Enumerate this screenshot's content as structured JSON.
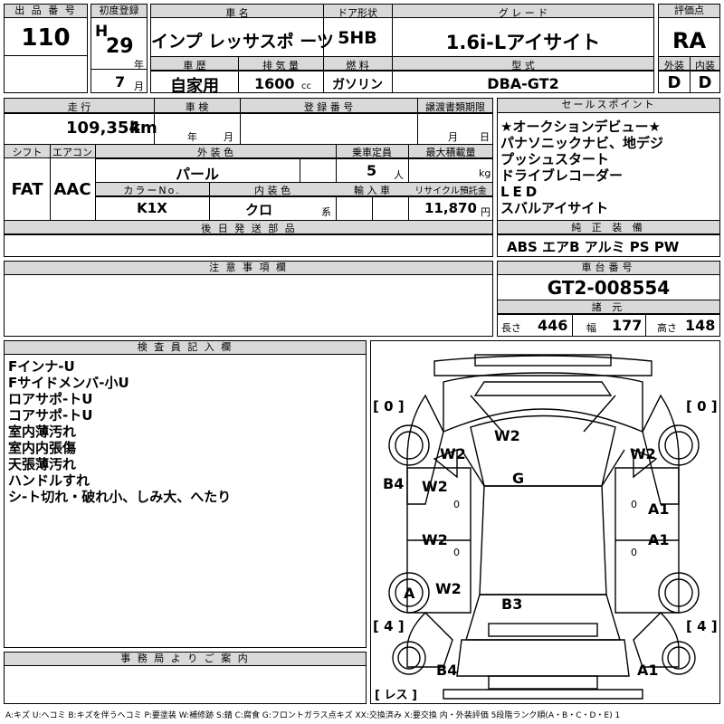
{
  "header": {
    "lot_label": "出 品 番 号",
    "lot_value": "110",
    "first_reg_label": "初度登録",
    "era": "H",
    "year_value": "29",
    "year_unit": "年",
    "month_value": "7",
    "month_unit": "月",
    "car_name_label": "車 名",
    "car_name_value": "インプ レッサスポ ーツ",
    "door_label": "ドア形状",
    "door_value": "5HB",
    "grade_label": "グ レ ー ド",
    "grade_value": "1.6i-Lアイサイト",
    "rating_label": "評価点",
    "rating_value": "RA",
    "history_label": "車 歴",
    "history_value": "自家用",
    "displacement_label": "排 気 量",
    "displacement_value": "1600",
    "displacement_unit": "cc",
    "fuel_label": "燃 料",
    "fuel_value": "ガソリン",
    "model_label": "型 式",
    "model_value": "DBA-GT2",
    "exterior_label": "外装",
    "exterior_value": "D",
    "interior_label": "内装",
    "interior_value": "D"
  },
  "row2": {
    "mileage_label": "走 行",
    "mileage_value": "109,354",
    "mileage_unit": "km",
    "inspection_label": "車 検",
    "inspection_year": "年",
    "inspection_month": "月",
    "reg_no_label": "登 録 番 号",
    "transfer_label": "譲渡書類期限",
    "transfer_month": "月",
    "transfer_day": "日",
    "shift_label": "シフト",
    "shift_value": "FAT",
    "ac_label": "エアコン",
    "ac_value": "AAC",
    "ext_color_label": "外 装 色",
    "ext_color_value": "パール",
    "capacity_label": "乗車定員",
    "capacity_value": "5",
    "capacity_unit": "人",
    "max_load_label": "最大積載量",
    "max_load_unit": "kg",
    "color_no_label": "カラーNo.",
    "color_no_value": "K1X",
    "int_color_label": "内 装 色",
    "int_color_value": "クロ",
    "int_color_unit": "系",
    "import_label": "輸 入 車",
    "recycle_label": "リサイクル預託金",
    "recycle_value": "11,870",
    "recycle_unit": "円",
    "later_parts_label": "後 日 発 送 部 品"
  },
  "sales_points": {
    "label": "セールスポイント",
    "items": [
      "★オークションデビュー★",
      "パナソニックナビ、地デジ",
      "プッシュスタート",
      "ドライブレコーダー",
      "LED",
      "スバルアイサイト"
    ]
  },
  "equipment": {
    "label": "純 正 装 備",
    "value": "ABS エアB アルミ PS PW"
  },
  "notes": {
    "label": "注 意 事 項 欄"
  },
  "chassis": {
    "label": "車台番号",
    "value": "GT2-008554",
    "dims_label": "諸 元",
    "length_label": "長さ",
    "length_value": "446",
    "width_label": "幅",
    "width_value": "177",
    "height_label": "高さ",
    "height_value": "148"
  },
  "inspector": {
    "label": "検 査 員 記 入 欄",
    "items": [
      "Fインナ-U",
      "Fサイドメンバ-小U",
      "ロアサポ-トU",
      "コアサポ-トU",
      "室内薄汚れ",
      "室内内張傷",
      "天張薄汚れ",
      "ハンドルすれ",
      "シ-ト切れ・破れ小、しみ大、へたり"
    ]
  },
  "office": {
    "label": "事 務 局 よ り ご 案 内"
  },
  "diagram": {
    "tl": "[ 0 ]",
    "tr": "[ 0 ]",
    "bl": "[ 4 ]",
    "br": "[ 4 ]",
    "rest": "[ レス ]",
    "marks": {
      "w2_roof": "W2",
      "w2_fl": "W2",
      "w2_fr": "W2",
      "g": "G",
      "b4_left": "B4",
      "w2_door1": "W2",
      "w2_door2": "W2",
      "a1_r1": "A1",
      "a1_r2": "A1",
      "a_rear": "A",
      "w2_rear": "W2",
      "b3": "B3",
      "b4_bottom": "B4",
      "a1_bottom": "A1",
      "zero1": "0",
      "zero2": "0",
      "zero3": "0",
      "zero4": "0"
    }
  },
  "legend": "A:キズ U:ヘコミ B:キズを伴うヘコミ P:要塗装 W:補修跡 S:錆 C:腐食 G:フロントガラス点キズ XX:交換済み X:要交換 内・外装評価 5段階ランク順(A・B・C・D・E) 1"
}
